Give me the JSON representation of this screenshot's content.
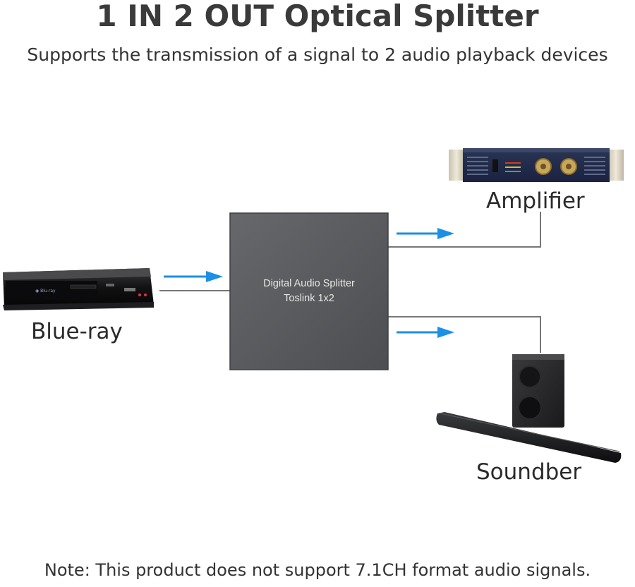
{
  "title": "1 IN 2 OUT Optical Splitter",
  "subtitle": "Supports the transmission of a signal to 2 audio playback devices",
  "splitter": {
    "line1": "Digital Audio Splitter",
    "line2": "Toslink 1x2"
  },
  "devices": {
    "source": "Blue-ray",
    "output1": "Amplifier",
    "output2": "Soundber"
  },
  "note": "Note: This product does not support 7.1CH format audio signals.",
  "colors": {
    "arrow": "#1c8fe6",
    "box": "#5a5b5e",
    "line": "#777777"
  }
}
